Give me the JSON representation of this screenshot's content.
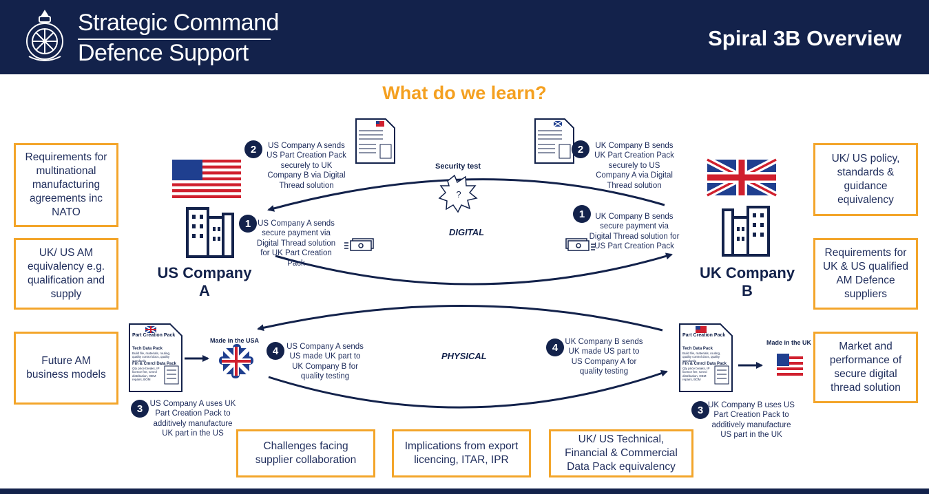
{
  "header": {
    "org_line1": "Strategic Command",
    "org_line2": "Defence Support",
    "title": "Spiral 3B Overview"
  },
  "subtitle": "What do we learn?",
  "left_boxes": [
    "Requirements for multinational manufacturing agreements inc NATO",
    "UK/ US AM equivalency e.g. qualification and supply",
    "Future AM business models"
  ],
  "right_boxes": [
    "UK/ US policy, standards & guidance equivalency",
    "Requirements for UK & US qualified AM Defence suppliers",
    "Market and performance of secure digital thread solution"
  ],
  "bottom_boxes": [
    "Challenges facing supplier collaboration",
    "Implications from export licencing, ITAR, IPR",
    "UK/ US Technical, Financial & Commercial Data Pack equivalency"
  ],
  "companies": {
    "us": "US Company A",
    "uk": "UK Company B"
  },
  "labels": {
    "security_test": "Security test",
    "digital": "DIGITAL",
    "physical": "PHYSICAL",
    "made_in_usa": "Made in the USA",
    "made_in_uk": "Made in the UK"
  },
  "steps": {
    "us_2": {
      "num": "2",
      "text": "US Company A sends US Part Creation Pack securely to UK Company B via Digital Thread solution"
    },
    "uk_2": {
      "num": "2",
      "text": "UK Company B sends UK Part Creation Pack securely to US Company A via Digital Thread solution"
    },
    "us_1": {
      "num": "1",
      "text": "US Company A sends secure payment via Digital Thread solution for UK Part Creation Pack"
    },
    "uk_1": {
      "num": "1",
      "text": "UK Company B sends secure payment via Digital Thread solution for US Part Creation Pack"
    },
    "us_4": {
      "num": "4",
      "text": "US Company A sends US made UK part to UK Company B for quality testing"
    },
    "uk_4": {
      "num": "4",
      "text": "UK Company B sends UK made US part to US Company A for quality testing"
    },
    "us_3": {
      "num": "3",
      "text": "US Company A uses UK Part Creation Pack to additively manufacture UK part in the US"
    },
    "uk_3": {
      "num": "3",
      "text": "UK Company B uses US Part Creation Pack to additively manufacture US part in the UK"
    }
  },
  "doc_pack": {
    "title": "Part Creation Pack",
    "tech": "Tech Data Pack",
    "tech_items": "Build file, materials, routing, quality control docs, quality standards",
    "fin": "Fin & Cmrcl Data Pack",
    "fin_items": "Qty price breaks, IP licence fee, Cmrcl distribution, OEM repairs, BOM"
  },
  "icons": [
    "crest-icon",
    "us-flag-icon",
    "uk-flag-icon",
    "building-icon",
    "money-icon",
    "document-icon",
    "security-burst-icon",
    "puzzle-part-icon"
  ],
  "colors": {
    "navy": "#13224b",
    "orange": "#f3a52a",
    "subtitle": "#f4a020"
  }
}
